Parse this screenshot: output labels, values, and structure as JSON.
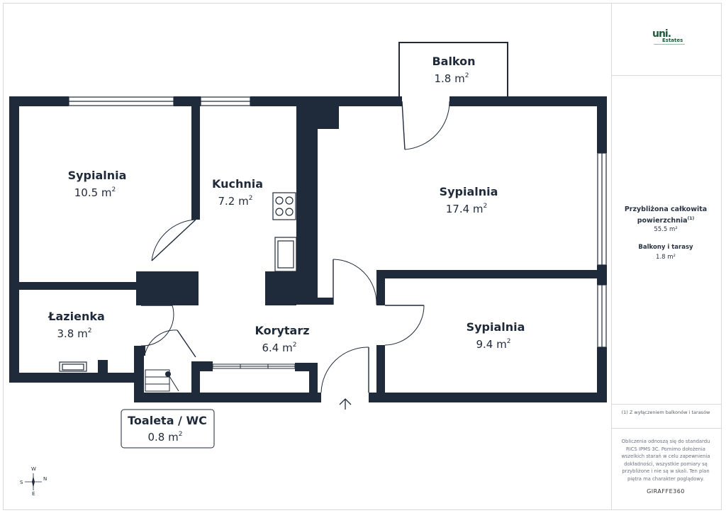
{
  "rooms": {
    "balkon": {
      "name": "Balkon",
      "area": "1.8 m"
    },
    "sypialnia_a": {
      "name": "Sypialnia",
      "area": "10.5 m"
    },
    "kuchnia": {
      "name": "Kuchnia",
      "area": "7.2 m"
    },
    "sypialnia_b": {
      "name": "Sypialnia",
      "area": "17.4 m"
    },
    "lazienka": {
      "name": "Łazienka",
      "area": "3.8 m"
    },
    "korytarz": {
      "name": "Korytarz",
      "area": "6.4 m"
    },
    "sypialnia_c": {
      "name": "Sypialnia",
      "area": "9.4 m"
    },
    "toaleta": {
      "name": "Toaleta / WC",
      "area": "0.8 m"
    }
  },
  "sup2": "2",
  "compass": {
    "w": "W",
    "s": "S",
    "n": "N",
    "e": "E"
  },
  "sidebar": {
    "logo_mark": "uni.",
    "logo_sub": "Estates",
    "total_label": "Przybliżona całkowita powierzchnia",
    "total_sup": "(1)",
    "total_value": "55.5 m²",
    "balconies_label": "Balkony i tarasy",
    "balconies_value": "1.8 m²",
    "footnote": "(1) Z wyłączeniem balkonów i tarasów",
    "disclaimer": "Obliczenia odnoszą się do standardu RICS IPMS 3C. Pomimo dołożenia wszelkich starań w celu zapewnienia dokładności, wszystkie pomiary są przybliżone i nie są w skali. Ten plan piętra ma charakter poglądowy.",
    "brand": "GIRAFFE360"
  },
  "colors": {
    "wall": "#1f2a3a",
    "logo": "#1d5b3a",
    "divider": "#d9d9d9"
  }
}
